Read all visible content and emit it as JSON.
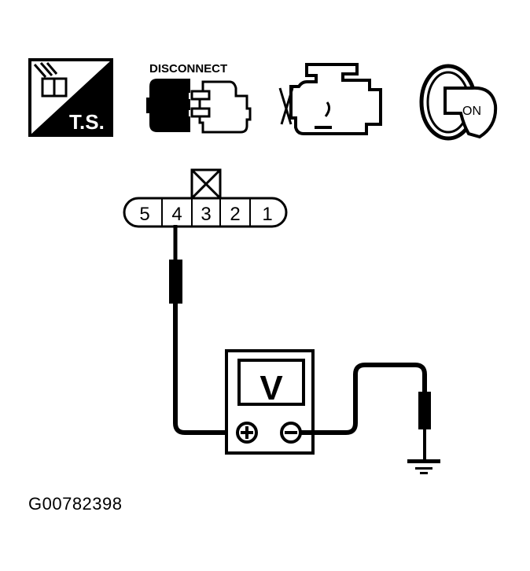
{
  "icons": {
    "ts_label": "T.S.",
    "disconnect_label": "DISCONNECT",
    "ignition_label": "ON"
  },
  "connector": {
    "pins": [
      "5",
      "4",
      "3",
      "2",
      "1"
    ],
    "blocked_pin": "3",
    "probed_pin": "4"
  },
  "meter": {
    "label": "V",
    "positive": "+",
    "negative": "−"
  },
  "figure_id": "G00782398",
  "colors": {
    "ink": "#000000",
    "paper": "#ffffff"
  }
}
